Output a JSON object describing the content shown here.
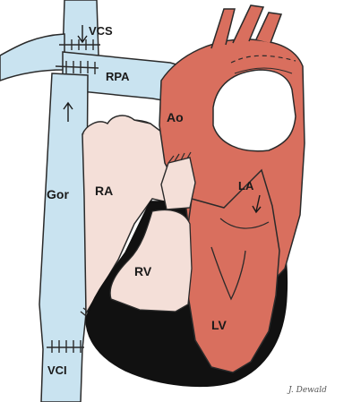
{
  "labels": {
    "vcs": "VCS",
    "rpa": "RPA",
    "ao": "Ao",
    "la": "LA",
    "gor": "Gor",
    "ra": "RA",
    "rv": "RV",
    "lv": "LV",
    "vci": "VCI"
  },
  "signature": "J. Dewald",
  "colors": {
    "vessel_blue": "#c9e3f0",
    "heart_red": "#d96f5e",
    "heart_pink": "#f4dfd8",
    "myocardium": "#111111",
    "outline": "#2a2a2a"
  }
}
